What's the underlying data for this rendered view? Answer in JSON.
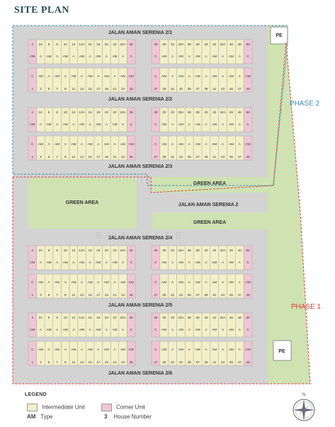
{
  "title": "SITE PLAN",
  "roads": {
    "r21": "JALAN AMAN SERENIA 2/1",
    "r22": "JALAN AMAN SERENIA 2/2",
    "r23": "JALAN AMAN SERENIA 2/3",
    "r2": "JALAN AMAN SERENIA 2",
    "r24": "JALAN AMAN SERENIA 2/4",
    "r25": "JALAN AMAN SERENIA 2/5",
    "r26": "JALAN AMAN SERENIA 2/6"
  },
  "areas": {
    "green": "GREEN AREA",
    "pe": "PE",
    "phase2": "PHASE 2",
    "phase1": "PHASE 1",
    "watermark": "SHA      UIZE"
  },
  "rows": {
    "top_left": {
      "numbers": [
        "2",
        "2A",
        "6",
        "8",
        "10",
        "12",
        "12A",
        "16",
        "18",
        "20",
        "22",
        "22A",
        "26"
      ],
      "types": [
        "CM",
        "A",
        "AM",
        "A",
        "AM",
        "A",
        "AM",
        "A",
        "AM",
        "A",
        "AM",
        "A",
        "C"
      ],
      "corners": [
        0,
        12
      ]
    },
    "bottom_left": {
      "numbers": [
        "1",
        "3",
        "5",
        "7",
        "9",
        "11",
        "13",
        "15",
        "17",
        "19",
        "21",
        "23",
        "25"
      ],
      "types": [
        "C",
        "AM",
        "A",
        "AM",
        "A",
        "AM",
        "A",
        "AM",
        "A",
        "AM",
        "A",
        "AM",
        "CM"
      ],
      "corners": [
        0,
        12
      ]
    },
    "top_right": {
      "numbers": [
        "28",
        "30",
        "32",
        "33A",
        "36",
        "38",
        "40",
        "42",
        "42A",
        "46",
        "48",
        "50"
      ],
      "types": [
        "C",
        "AM",
        "A",
        "AM",
        "A",
        "AM",
        "A",
        "AM",
        "A",
        "AM",
        "A",
        "C"
      ],
      "corners": [
        0,
        11
      ]
    },
    "bottom_right": {
      "numbers": [
        "27",
        "29",
        "31",
        "33",
        "35",
        "37",
        "39",
        "41",
        "43",
        "45",
        "47",
        "49"
      ],
      "types": [
        "C",
        "AM",
        "A",
        "AM",
        "A",
        "AM",
        "A",
        "AM",
        "A",
        "AM",
        "A",
        "CM"
      ],
      "corners": [
        0,
        11
      ]
    }
  },
  "legend": {
    "title": "LEGEND",
    "intermediate": "Intermediate Unit",
    "corner": "Corner Unit",
    "type_code": "AM",
    "type_label": "Type",
    "house_code": "3",
    "house_label": "House Number"
  },
  "compass": {
    "north": "N"
  },
  "colors": {
    "road": "#d3d3d3",
    "green": "#cfe2b2",
    "intermediate": "#f3efc7",
    "corner": "#efc6d5",
    "phase1": "#e03a3a",
    "phase2": "#3a8eb0"
  }
}
